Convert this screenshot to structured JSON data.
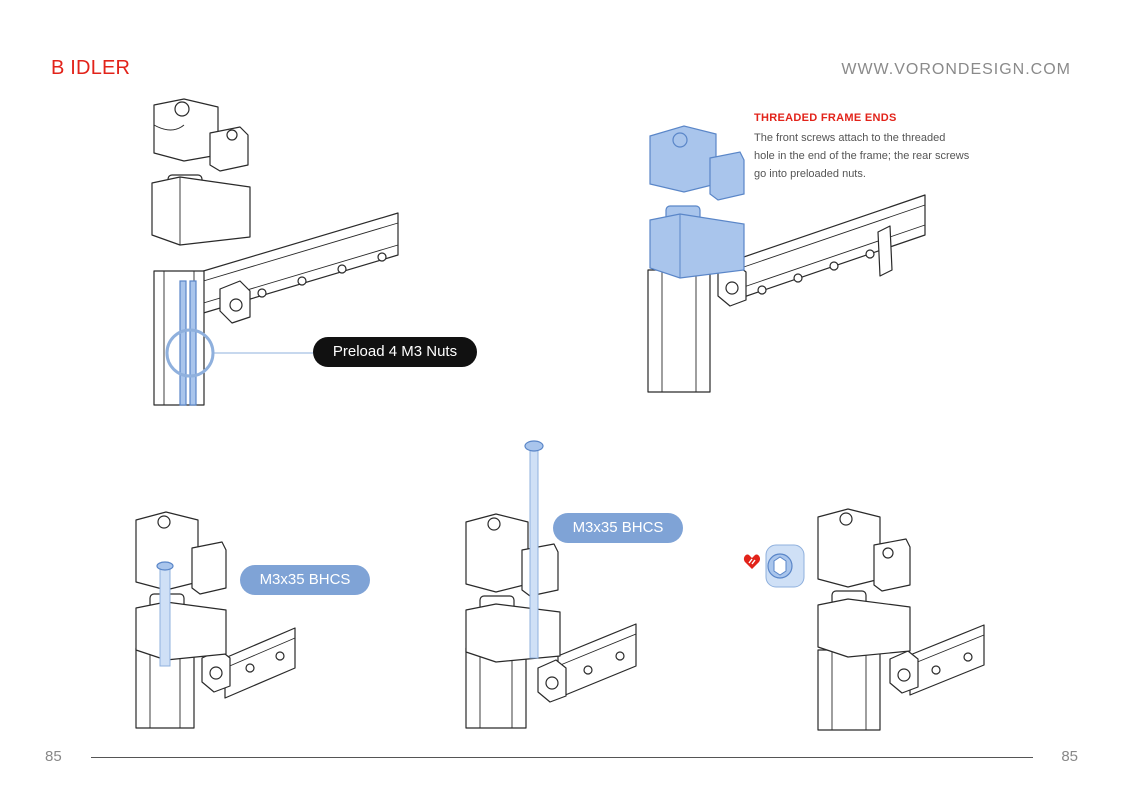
{
  "header": {
    "section_title": "B IDLER",
    "site_url": "WWW.VORONDESIGN.COM"
  },
  "callout": {
    "title": "THREADED FRAME ENDS",
    "lines": [
      "The front screws attach to the threaded",
      "hole in the end of the frame; the rear screws",
      "go into preloaded nuts."
    ]
  },
  "labels": {
    "preload": "Preload 4 M3 Nuts",
    "screw_front": "M3x35 BHCS",
    "screw_rear": "M3x35 BHCS"
  },
  "footer": {
    "page_left": "85",
    "page_right": "85"
  },
  "colors": {
    "accent_red": "#e2231a",
    "highlight_blue": "#a9c5ec",
    "label_blue": "#7fa3d6"
  },
  "icons": [
    "heart-icon"
  ]
}
